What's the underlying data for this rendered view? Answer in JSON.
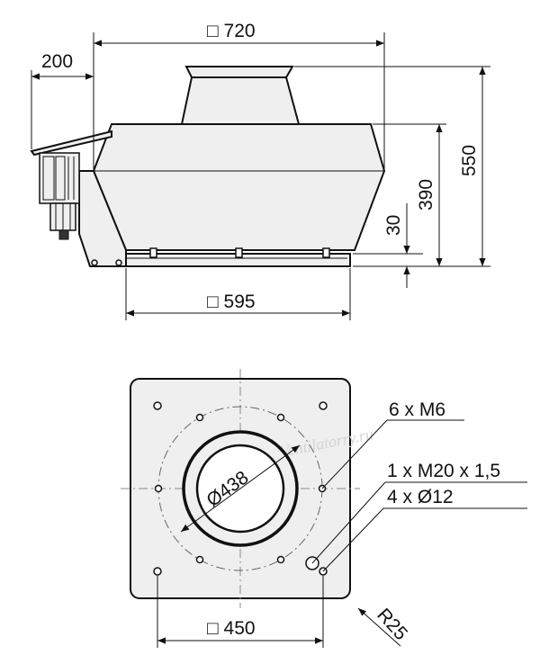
{
  "side_view": {
    "dim_top_width": "□ 720",
    "dim_left_offset": "200",
    "dim_total_height": "550",
    "dim_body_height": "390",
    "dim_base_height": "30",
    "dim_base_width": "□ 595"
  },
  "top_view": {
    "dim_inner_diameter": "Ø438",
    "dim_hole_spacing": "□ 450",
    "dim_corner_radius": "R25",
    "callouts": [
      "6 x M6",
      "1 x M20 x 1,5",
      "4 x Ø12"
    ]
  },
  "watermark": "Ventilatorry.ru"
}
